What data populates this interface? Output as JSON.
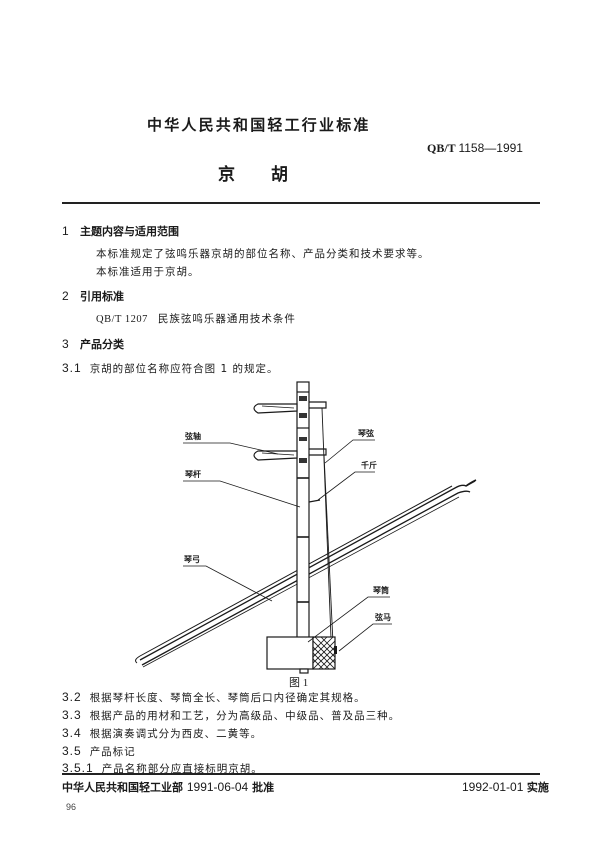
{
  "header": {
    "organization": "中华人民共和国轻工行业标准",
    "standard_code_prefix": "QB/T",
    "standard_code_number": "1158—1991",
    "title_char1": "京",
    "title_char2": "胡"
  },
  "sections": [
    {
      "number": "1",
      "heading": "主题内容与适用范围",
      "paragraphs": [
        "本标准规定了弦鸣乐器京胡的部位名称、产品分类和技术要求等。",
        "本标准适用于京胡。"
      ]
    },
    {
      "number": "2",
      "heading": "引用标准",
      "reference_code": "QB/T 1207",
      "reference_title": "民族弦鸣乐器通用技术条件"
    },
    {
      "number": "3",
      "heading": "产品分类"
    }
  ],
  "subsections": [
    {
      "number": "3.1",
      "text": "京胡的部位名称应符合图 1 的规定。"
    },
    {
      "number": "3.2",
      "text": "根据琴杆长度、琴筒全长、琴筒后口内径确定其规格。"
    },
    {
      "number": "3.3",
      "text": "根据产品的用材和工艺，分为高级品、中级品、普及品三种。"
    },
    {
      "number": "3.4",
      "text": "根据演奏调式分为西皮、二黄等。"
    },
    {
      "number": "3.5",
      "text": "产品标记"
    },
    {
      "number": "3.5.1",
      "text": "产品名称部分应直接标明京胡。"
    }
  ],
  "figure": {
    "caption": "图 1",
    "labels": {
      "peg": "弦轴",
      "string": "琴弦",
      "qianjin": "千斤",
      "neck": "琴杆",
      "bow": "琴弓",
      "soundbox": "琴筒",
      "bridge": "弦马"
    }
  },
  "footer": {
    "issuer": "中华人民共和国轻工业部",
    "approval_date": "1991-06-04",
    "approval_label": "批准",
    "effective_date": "1992-01-01",
    "effective_label": "实施",
    "page_number": "96"
  }
}
